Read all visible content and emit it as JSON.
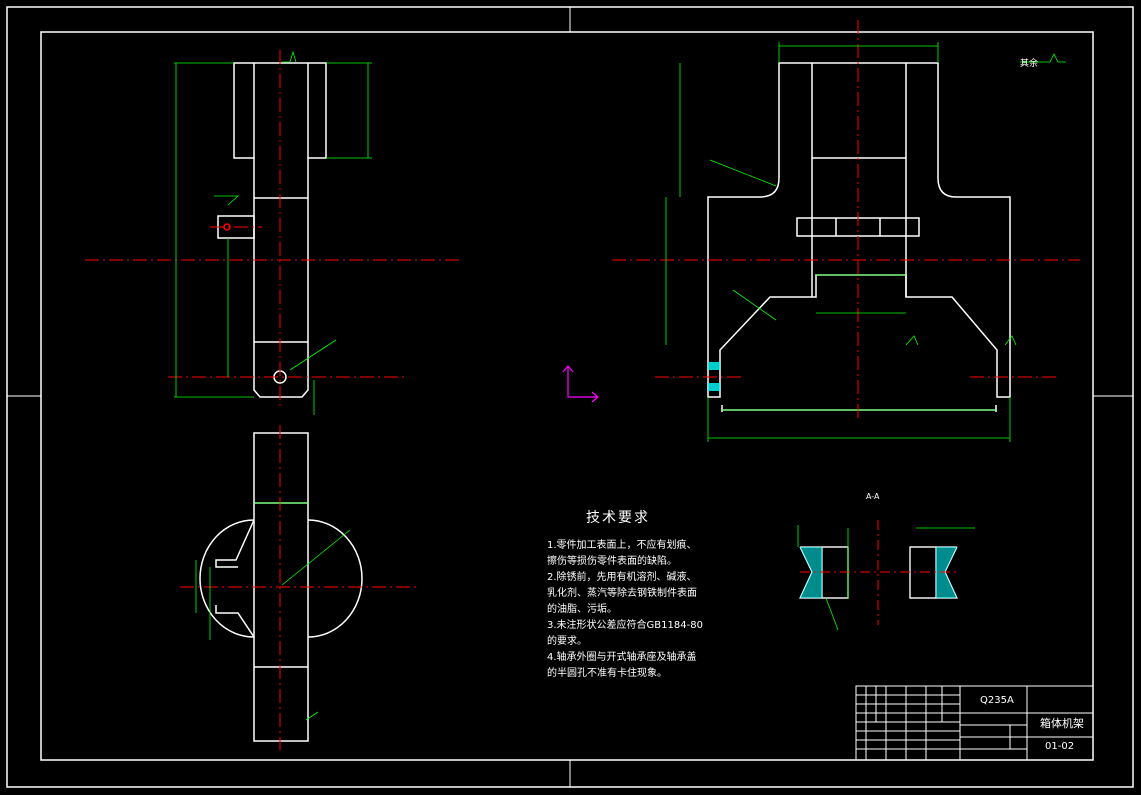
{
  "technical_requirements": {
    "title": "技术要求",
    "notes": [
      "1.零件加工表面上，不应有划痕、",
      "擦伤等损伤零件表面的缺陷。",
      "2.除锈前，先用有机溶剂、碱液、",
      "乳化剂、蒸汽等除去钢铁制件表面",
      "的油脂、污垢。",
      "3.未注形状公差应符合GB1184-80",
      "的要求。",
      "4.轴承外圈与开式轴承座及轴承盖",
      "的半圆孔不准有卡住现象。"
    ]
  },
  "title_block": {
    "material": "Q235A",
    "part_name": "箱体机架",
    "drawing_number": "01-02"
  },
  "section_label": "A-A",
  "surface_note": "其余",
  "colors": {
    "outline": "#ffffff",
    "dimension": "#00ff00",
    "centerline": "#ff0000",
    "hatch": "#00ffff",
    "ucs": "#ff00ff"
  }
}
